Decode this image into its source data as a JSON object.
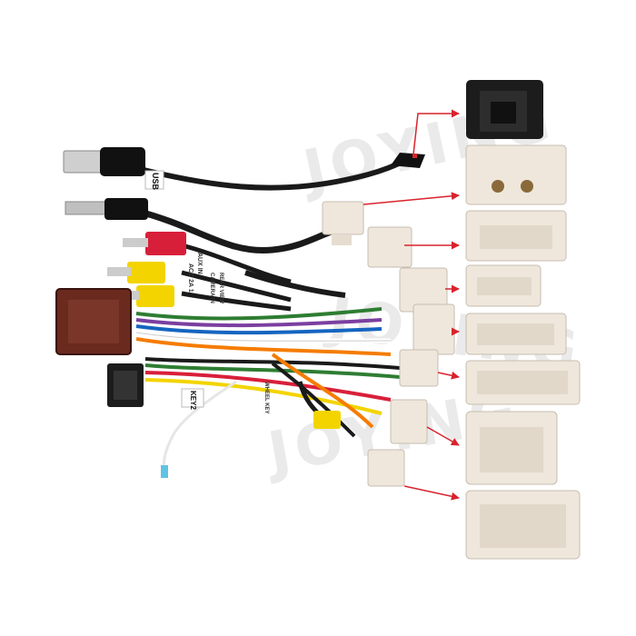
{
  "image": {
    "watermark": "JOYING",
    "labels": {
      "usb": "USB",
      "aux": "AUX IN",
      "acc": "ACC 2A 1",
      "camera": "CAMERA IN",
      "rear_view": "REAR VIEW",
      "keys": "KEY2",
      "wheel": "WHEEL KEY"
    },
    "colors": {
      "cable_black": "#1a1a1a",
      "connector_white": "#efe7dc",
      "rca_red": "#d81f3a",
      "rca_yellow": "#f3d400",
      "arrow_red": "#d9232d",
      "box_brown": "#6a2a1e"
    }
  }
}
